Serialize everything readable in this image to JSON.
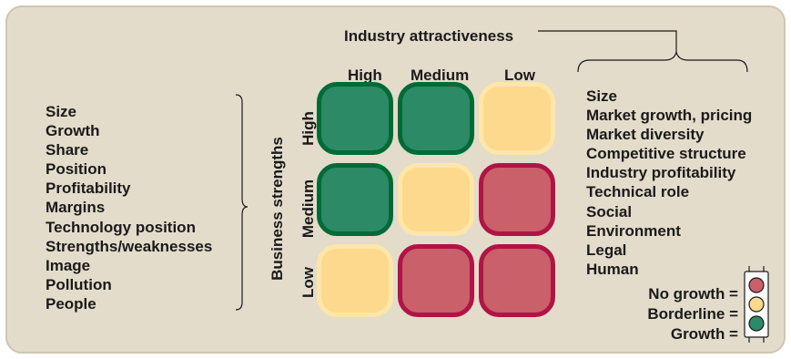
{
  "industry_title": "Industry attractiveness",
  "columns": [
    "High",
    "Medium",
    "Low"
  ],
  "axis_label": "Business strengths",
  "rows": [
    "High",
    "Medium",
    "Low"
  ],
  "left_factors": [
    "Size",
    "Growth",
    "Share",
    "Position",
    "Profitability",
    "Margins",
    "Technology position",
    "Strengths/weaknesses",
    "Image",
    "Pollution",
    "People"
  ],
  "right_factors": [
    "Size",
    "Market growth, pricing",
    "Market diversity",
    "Competitive structure",
    "Industry profitability",
    "Technical role",
    "Social",
    "Environment",
    "Legal",
    "Human"
  ],
  "grid": [
    [
      "green",
      "green",
      "yellow"
    ],
    [
      "green",
      "yellow",
      "red"
    ],
    [
      "yellow",
      "red",
      "red"
    ]
  ],
  "legend": [
    {
      "label": "No growth =",
      "color": "red"
    },
    {
      "label": "Borderline =",
      "color": "yellow"
    },
    {
      "label": "Growth =",
      "color": "green"
    }
  ],
  "colors": {
    "green": "#2c8a67",
    "yellow": "#fdd98e",
    "red": "#c9606a",
    "panel": "#e3dccb"
  }
}
